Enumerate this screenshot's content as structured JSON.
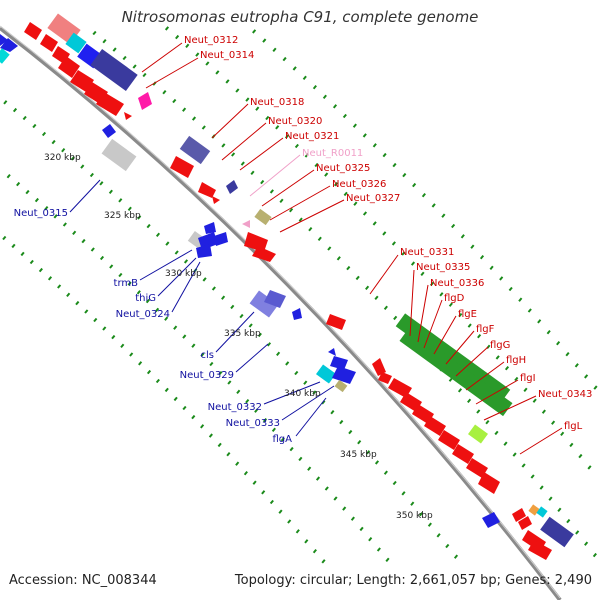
{
  "title": "Nitrosomonas eutropha C91, complete genome",
  "footer": {
    "accession": "Accession: NC_008344",
    "topology": "Topology: circular; Length: 2,661,057 bp; Genes: 2,490"
  },
  "colors": {
    "backbone": "#8a8a8a",
    "red_label": "#cc0000",
    "blue_label": "#1010a0",
    "pink_label": "#f0a0c8",
    "tick": "#1a8a1a"
  },
  "scale_labels": [
    "320 kbp",
    "325 kbp",
    "330 kbp",
    "335 kbp",
    "340 kbp",
    "345 kbp",
    "350 kbp"
  ],
  "labels_right": [
    "Neut_0312",
    "Neut_0314",
    "Neut_0318",
    "Neut_0320",
    "Neut_0321",
    "Neut_R0011",
    "Neut_0325",
    "Neut_0326",
    "Neut_0327",
    "Neut_0331",
    "Neut_0335",
    "Neut_0336",
    "flgD",
    "flgE",
    "flgF",
    "flgG",
    "flgH",
    "flgI",
    "Neut_0343",
    "flgL"
  ],
  "labels_left": [
    "Neut_0315",
    "trmB",
    "thiG",
    "Neut_0324",
    "cls",
    "Neut_0329",
    "Neut_0332",
    "Neut_0333",
    "flgA"
  ]
}
